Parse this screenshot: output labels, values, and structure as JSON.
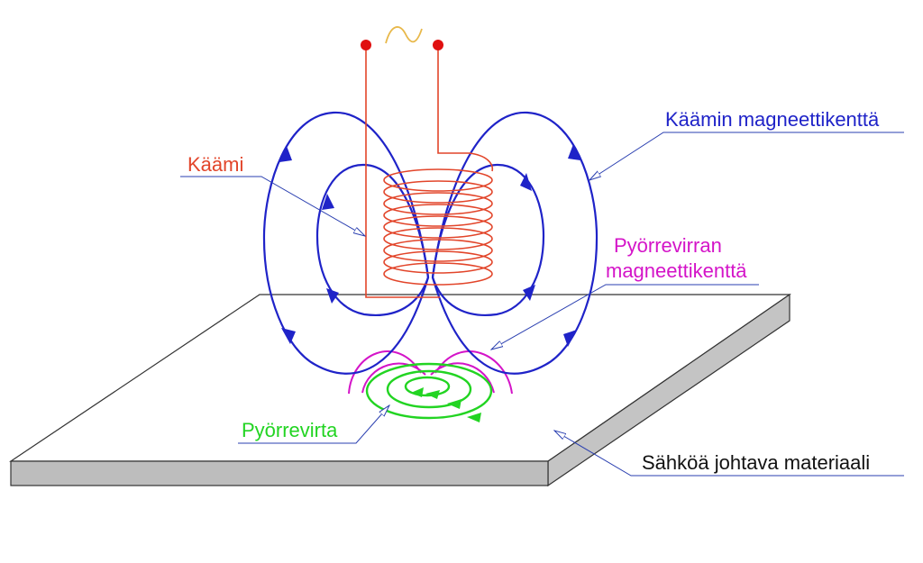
{
  "labels": {
    "coil": "Käämi",
    "coil_field": "Käämin magneettikenttä",
    "eddy_field_line1": "Pyörrevirran",
    "eddy_field_line2": "magneettikenttä",
    "eddy_current": "Pyörrevirta",
    "material": "Sähköä johtava materiaali"
  },
  "colors": {
    "coil": "#e2452a",
    "terminal": "#e01010",
    "coil_field": "#1f23c8",
    "eddy_field": "#d414c8",
    "eddy_current": "#22d422",
    "leader": "#2a3fb0",
    "plate_top": "#ffffff",
    "plate_side": "#c4c4c4",
    "ac_symbol": "#e8b84a",
    "label_black": "#111111"
  },
  "icons": {
    "ac_source": "sine-wave-icon",
    "arrow": "arrowhead-icon"
  }
}
